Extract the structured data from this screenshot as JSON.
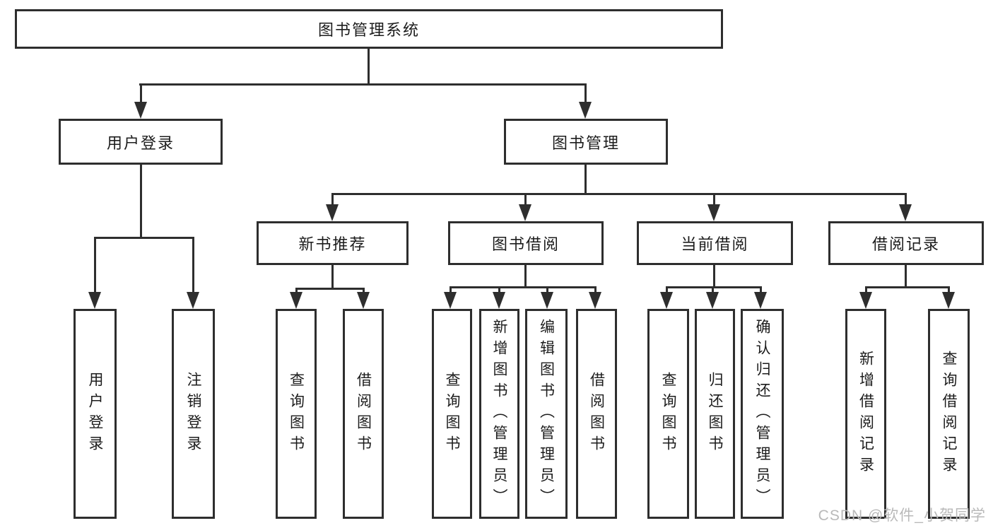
{
  "tree": {
    "root": {
      "label": "图书管理系统"
    },
    "branches": [
      {
        "label": "用户登录",
        "children": [
          {
            "label": "用户登录"
          },
          {
            "label": "注销登录"
          }
        ]
      },
      {
        "label": "图书管理",
        "children": [
          {
            "label": "新书推荐",
            "children": [
              {
                "label": "查询图书"
              },
              {
                "label": "借阅图书"
              }
            ]
          },
          {
            "label": "图书借阅",
            "children": [
              {
                "label": "查询图书"
              },
              {
                "label": "新增图书（管理员）"
              },
              {
                "label": "编辑图书（管理员）"
              },
              {
                "label": "借阅图书"
              }
            ]
          },
          {
            "label": "当前借阅",
            "children": [
              {
                "label": "查询图书"
              },
              {
                "label": "归还图书"
              },
              {
                "label": "确认归还（管理员）"
              }
            ]
          },
          {
            "label": "借阅记录",
            "children": [
              {
                "label": "新增借阅记录"
              },
              {
                "label": "查询借阅记录"
              }
            ]
          }
        ]
      }
    ]
  },
  "watermark": {
    "text": "CSDN @软件_小贺同学"
  },
  "colors": {
    "line": "#2e2e2e",
    "text": "#1c1c1c",
    "background": "#ffffff",
    "watermark": "#b9b9b9"
  }
}
